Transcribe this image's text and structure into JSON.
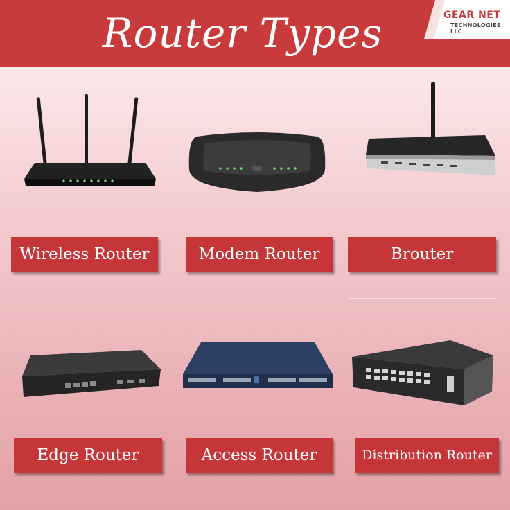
{
  "header": {
    "title": "Router Types",
    "logo_line1": "GEAR NET",
    "logo_line2": "TECHNOLOGIES LLC"
  },
  "routers": [
    {
      "label": "Wireless Router",
      "icon": "wireless-router-image"
    },
    {
      "label": "Modem Router",
      "icon": "modem-router-image"
    },
    {
      "label": "Brouter",
      "icon": "brouter-image"
    },
    {
      "label": "Edge Router",
      "icon": "edge-router-image"
    },
    {
      "label": "Access Router",
      "icon": "access-router-image"
    },
    {
      "label": "Distribution Router",
      "icon": "distribution-router-image"
    }
  ],
  "colors": {
    "accent": "#c93a3d",
    "label_bg": "#c63638"
  }
}
